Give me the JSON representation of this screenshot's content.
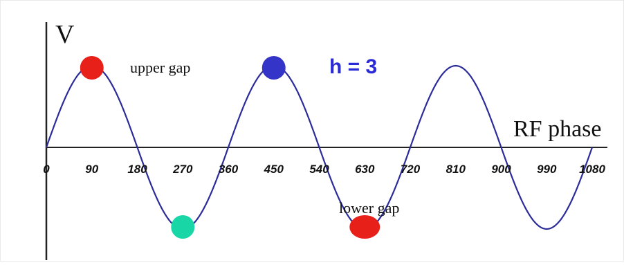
{
  "diagram": {
    "y_axis_label": "V",
    "x_axis_label": "RF phase",
    "harmonic_label": "h = 3",
    "upper_gap_label": "upper gap",
    "lower_gap_label": "lower gap",
    "x_ticks": [
      "0",
      "90",
      "180",
      "270",
      "360",
      "450",
      "540",
      "630",
      "720",
      "810",
      "900",
      "990",
      "1080"
    ],
    "wave_color": "#2b2b9a",
    "harmonic_color": "#2a2ad6",
    "axis_color": "#222222"
  },
  "chart_data": {
    "type": "line",
    "xlabel": "RF phase",
    "ylabel": "V",
    "x_range": [
      0,
      1080
    ],
    "x_ticks": [
      0,
      90,
      180,
      270,
      360,
      450,
      540,
      630,
      720,
      810,
      900,
      990,
      1080
    ],
    "series": [
      {
        "function": "sin(x degrees)",
        "x": [
          0,
          90,
          180,
          270,
          360,
          450,
          540,
          630,
          720,
          810,
          900,
          990,
          1080
        ],
        "y": [
          0,
          1,
          0,
          -1,
          0,
          1,
          0,
          -1,
          0,
          1,
          0,
          -1,
          0
        ]
      }
    ],
    "markers": [
      {
        "phase": 90,
        "value": 1,
        "color": "#e8201a"
      },
      {
        "phase": 270,
        "value": -1,
        "color": "#18d6a6"
      },
      {
        "phase": 450,
        "value": 1,
        "color": "#3434c8"
      },
      {
        "phase": 630,
        "value": -1,
        "color": "#e8201a"
      }
    ]
  }
}
